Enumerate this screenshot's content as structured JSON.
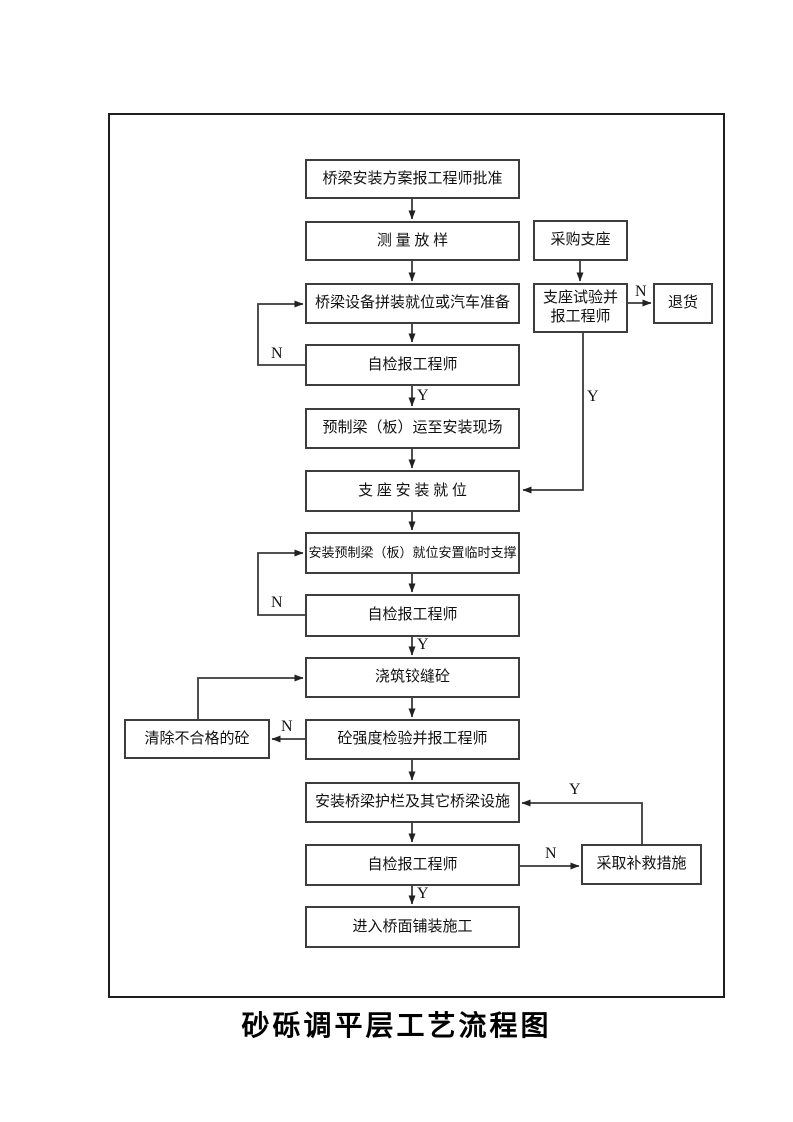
{
  "title": "砂砾调平层工艺流程图",
  "colors": {
    "line": "#3a3a3a",
    "box_border": "#3d3d3d",
    "text": "#111111",
    "background": "#ffffff"
  },
  "flowchart": {
    "nodes": [
      {
        "id": "plan-approval",
        "label": "桥梁安装方案报工程师批准"
      },
      {
        "id": "survey",
        "label": "测 量 放 样"
      },
      {
        "id": "equipment-assembly",
        "label": "桥梁设备拼装就位或汽车准备"
      },
      {
        "id": "self-check-1",
        "label": "自检报工程师"
      },
      {
        "id": "beam-transport",
        "label": "预制梁（板）运至安装现场"
      },
      {
        "id": "bearing-install",
        "label": "支 座 安 装 就 位"
      },
      {
        "id": "install-precast",
        "label": "安装预制梁（板）就位安置临时支撑"
      },
      {
        "id": "self-check-2",
        "label": "自检报工程师"
      },
      {
        "id": "pour-joint-concrete",
        "label": "浇筑铰缝砼"
      },
      {
        "id": "strength-test",
        "label": "砼强度检验并报工程师"
      },
      {
        "id": "guardrail-install",
        "label": "安装桥梁护栏及其它桥梁设施"
      },
      {
        "id": "self-check-3",
        "label": "自检报工程师"
      },
      {
        "id": "deck-paving",
        "label": "进入桥面铺装施工"
      },
      {
        "id": "bearing-purchase",
        "label": "采购支座"
      },
      {
        "id": "bearing-test",
        "label": "支座试验并\n报工程师"
      },
      {
        "id": "return-goods",
        "label": "退货"
      },
      {
        "id": "remove-rejected",
        "label": "清除不合格的砼"
      },
      {
        "id": "remedial-measures",
        "label": "采取补救措施"
      }
    ],
    "edges": [
      {
        "from": "plan-approval",
        "to": "survey",
        "label": ""
      },
      {
        "from": "survey",
        "to": "equipment-assembly",
        "label": ""
      },
      {
        "from": "equipment-assembly",
        "to": "self-check-1",
        "label": ""
      },
      {
        "from": "self-check-1",
        "to": "equipment-assembly",
        "label": "N"
      },
      {
        "from": "self-check-1",
        "to": "beam-transport",
        "label": "Y"
      },
      {
        "from": "beam-transport",
        "to": "bearing-install",
        "label": ""
      },
      {
        "from": "bearing-install",
        "to": "install-precast",
        "label": ""
      },
      {
        "from": "install-precast",
        "to": "self-check-2",
        "label": ""
      },
      {
        "from": "self-check-2",
        "to": "install-precast",
        "label": "N"
      },
      {
        "from": "self-check-2",
        "to": "pour-joint-concrete",
        "label": "Y"
      },
      {
        "from": "pour-joint-concrete",
        "to": "strength-test",
        "label": ""
      },
      {
        "from": "strength-test",
        "to": "remove-rejected",
        "label": "N"
      },
      {
        "from": "remove-rejected",
        "to": "pour-joint-concrete",
        "label": ""
      },
      {
        "from": "strength-test",
        "to": "guardrail-install",
        "label": ""
      },
      {
        "from": "guardrail-install",
        "to": "self-check-3",
        "label": ""
      },
      {
        "from": "self-check-3",
        "to": "remedial-measures",
        "label": "N"
      },
      {
        "from": "remedial-measures",
        "to": "guardrail-install",
        "label": "Y"
      },
      {
        "from": "self-check-3",
        "to": "deck-paving",
        "label": "Y"
      },
      {
        "from": "bearing-purchase",
        "to": "bearing-test",
        "label": ""
      },
      {
        "from": "bearing-test",
        "to": "return-goods",
        "label": "N"
      },
      {
        "from": "bearing-test",
        "to": "bearing-install",
        "label": "Y"
      }
    ]
  }
}
